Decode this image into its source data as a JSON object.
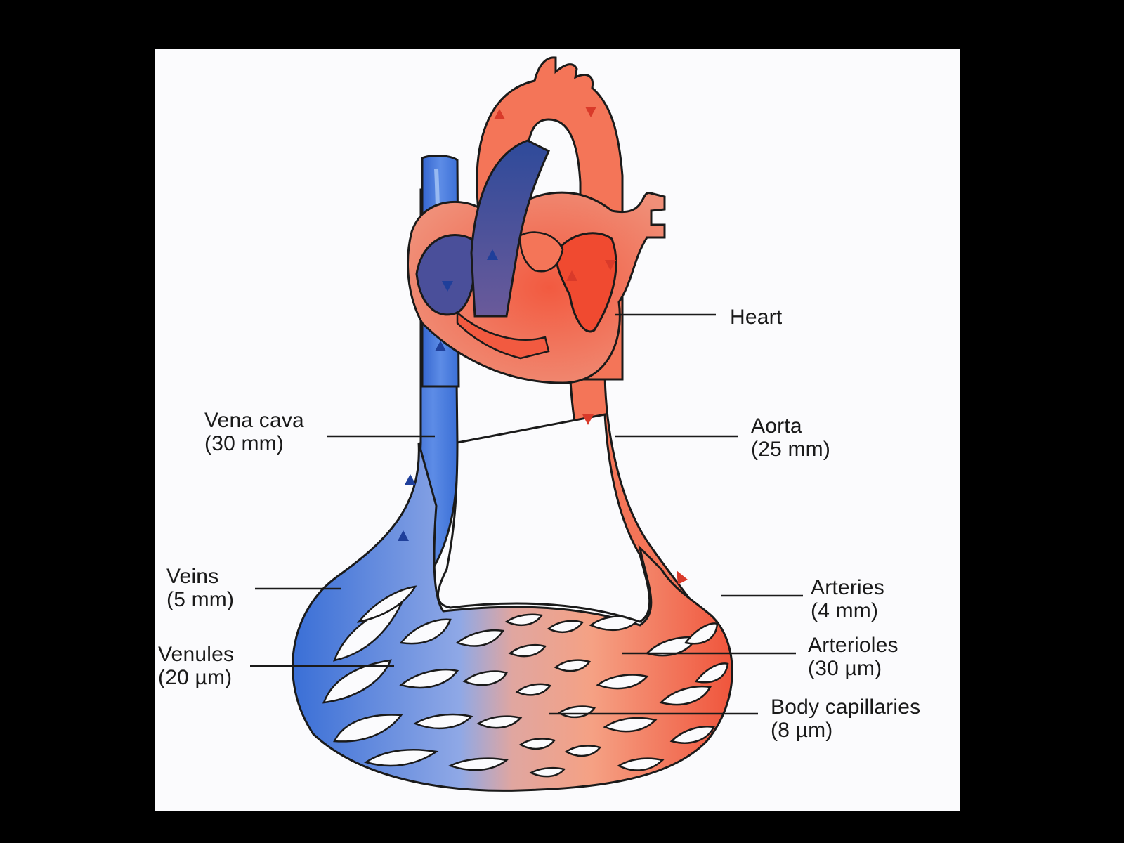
{
  "labels": {
    "heart": {
      "name": "Heart"
    },
    "vena_cava": {
      "name": "Vena cava",
      "size": "(30 mm)"
    },
    "aorta": {
      "name": "Aorta",
      "size": "(25 mm)"
    },
    "veins": {
      "name": "Veins",
      "size": "(5 mm)"
    },
    "venules": {
      "name": "Venules",
      "size": "(20 µm)"
    },
    "arteries": {
      "name": "Arteries",
      "size": "(4 mm)"
    },
    "arterioles": {
      "name": "Arterioles",
      "size": "(30 µm)"
    },
    "capillaries": {
      "name": "Body capillaries",
      "size": "(8 µm)"
    }
  },
  "colors": {
    "background": "#000000",
    "panel": "#fbfbfd",
    "oxygenated": "#f26a50",
    "deoxygenated": "#3f78d8",
    "outline": "#1a1a1a"
  }
}
